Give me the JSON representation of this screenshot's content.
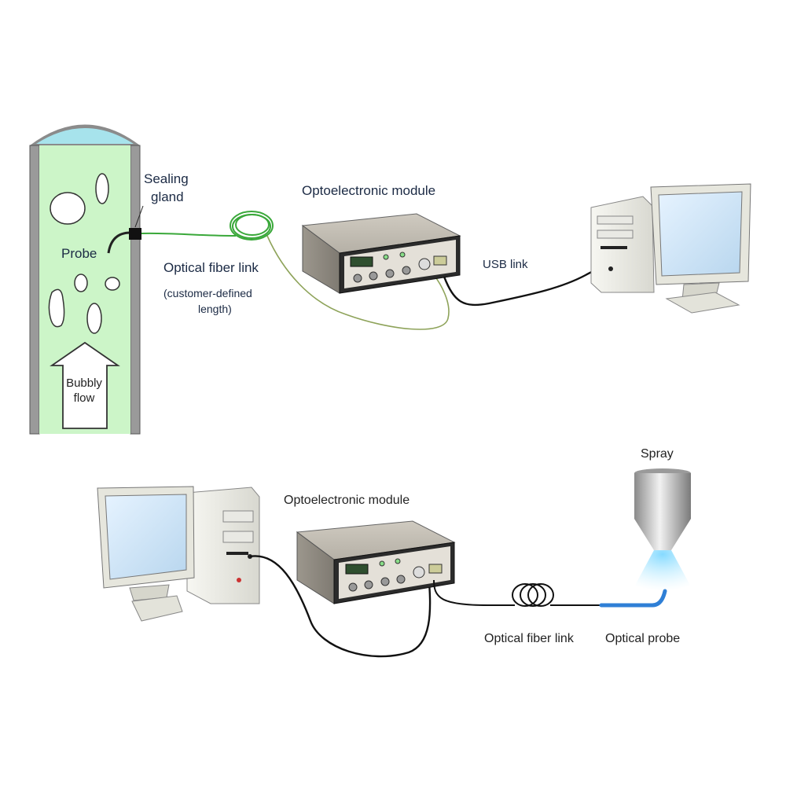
{
  "top": {
    "labels": {
      "sealing_gland_line1": "Sealing",
      "sealing_gland_line2": "gland",
      "probe": "Probe",
      "bubbly_flow_line1": "Bubbly",
      "bubbly_flow_line2": "flow",
      "optical_fiber_link": "Optical fiber link",
      "customer_defined_line1": "(customer-defined",
      "customer_defined_line2": "length)",
      "optoelectronic_module": "Optoelectronic module",
      "usb_link": "USB link"
    }
  },
  "bottom": {
    "labels": {
      "optoelectronic_module": "Optoelectronic module",
      "spray": "Spray",
      "optical_fiber_link": "Optical fiber link",
      "optical_probe": "Optical probe"
    }
  },
  "colors": {
    "liquid": "#ccf5c8",
    "pipe_wall": "#9a9a9a",
    "fiber_green": "#3aa83a",
    "cable": "#111111",
    "module_body": "#d8d2c4",
    "probe_blue": "#2f7fd6"
  }
}
